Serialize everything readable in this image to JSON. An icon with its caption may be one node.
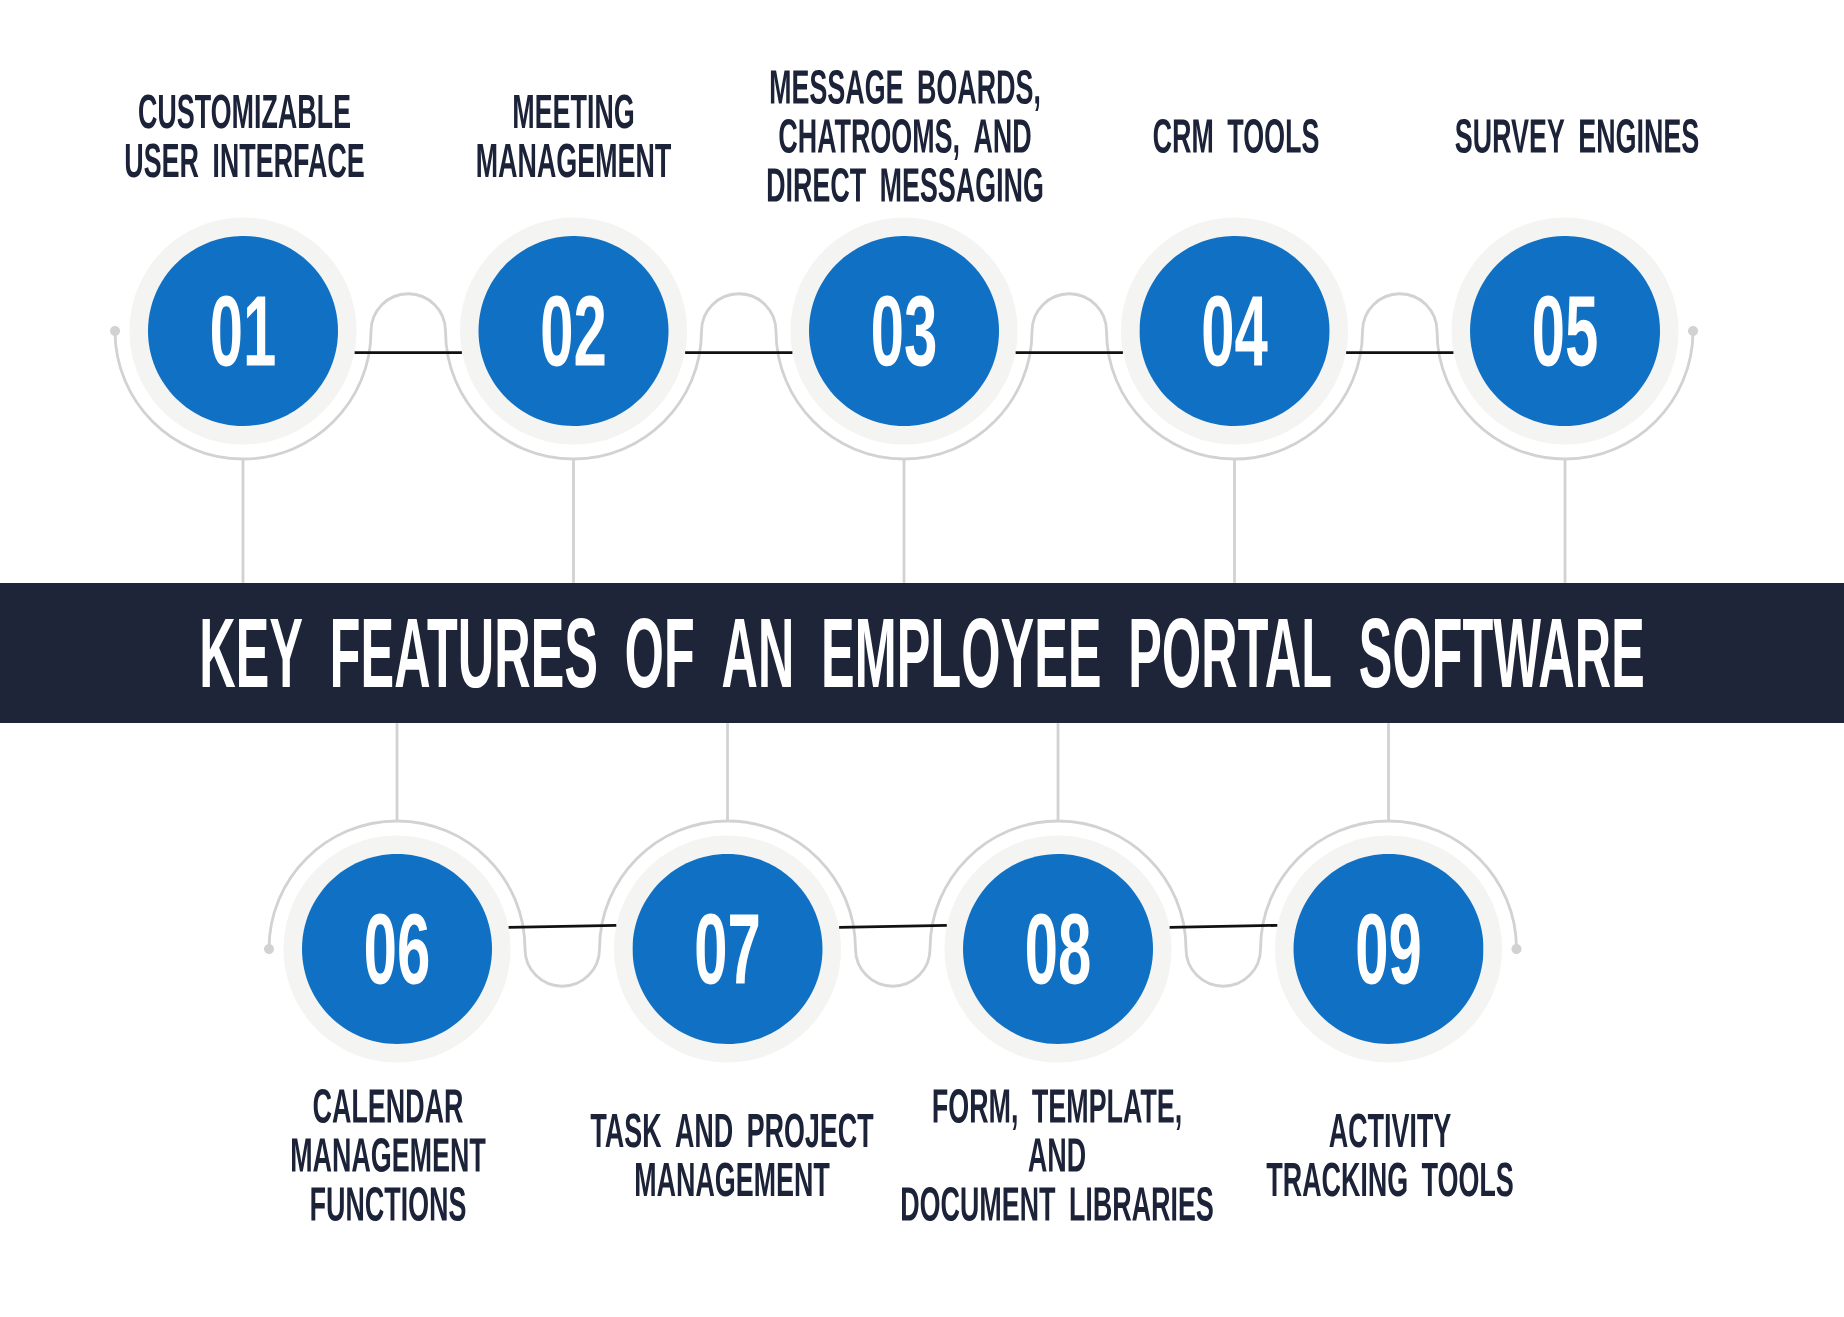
{
  "diagram": {
    "nodes": [
      {
        "text": [
          "01"
        ],
        "beside": [
          "CUSTOMIZABLE USER INTERFACE"
        ]
      },
      {
        "text": [
          "02"
        ],
        "beside": [
          "MEETING MANAGEMENT"
        ]
      },
      {
        "text": [
          "03"
        ],
        "beside": [
          "MESSAGE BOARDS, CHATROOMS, AND DIRECT MESSAGING"
        ]
      },
      {
        "text": [
          "04"
        ],
        "beside": [
          "CRM TOOLS"
        ]
      },
      {
        "text": [
          "05"
        ],
        "beside": [
          "SURVEY ENGINES"
        ]
      },
      {
        "text": [
          "KEY FEATURES OF AN EMPLOYEE PORTAL SOFTWARE"
        ]
      },
      {
        "text": [
          "06"
        ],
        "beside": [
          "CALENDAR MANAGEMENT FUNCTIONS"
        ]
      },
      {
        "text": [
          "07"
        ],
        "beside": [
          "TASK AND PROJECT MANAGEMENT"
        ]
      },
      {
        "text": [
          "08"
        ],
        "beside": [
          "FORM, TEMPLATE, AND DOCUMENT LIBRARIES"
        ]
      },
      {
        "text": [
          "09"
        ],
        "beside": [
          "ACTIVITY TRACKING TOOLS"
        ]
      }
    ],
    "edges": [
      {
        "from": 0,
        "to": 1,
        "arrow": "none",
        "color": "#111111"
      },
      {
        "from": 1,
        "to": 2,
        "arrow": "none",
        "color": "#111111"
      },
      {
        "from": 2,
        "to": 3,
        "arrow": "none",
        "color": "#111111"
      },
      {
        "from": 3,
        "to": 4,
        "arrow": "none",
        "color": "#111111"
      },
      {
        "from": 0,
        "to": 5,
        "arrow": "none"
      },
      {
        "from": 1,
        "to": 5,
        "arrow": "none"
      },
      {
        "from": 2,
        "to": 5,
        "arrow": "none"
      },
      {
        "from": 3,
        "to": 5,
        "arrow": "none"
      },
      {
        "from": 4,
        "to": 5,
        "arrow": "none"
      },
      {
        "from": 5,
        "to": 6,
        "arrow": "none"
      },
      {
        "from": 5,
        "to": 7,
        "arrow": "none"
      },
      {
        "from": 5,
        "to": 8,
        "arrow": "none"
      },
      {
        "from": 5,
        "to": 9,
        "arrow": "none"
      },
      {
        "from": 6,
        "to": 7,
        "arrow": "none",
        "color": "#111111"
      },
      {
        "from": 7,
        "to": 8,
        "arrow": "none",
        "color": "#111111"
      },
      {
        "from": 8,
        "to": 9,
        "arrow": "none",
        "color": "#111111"
      }
    ]
  }
}
